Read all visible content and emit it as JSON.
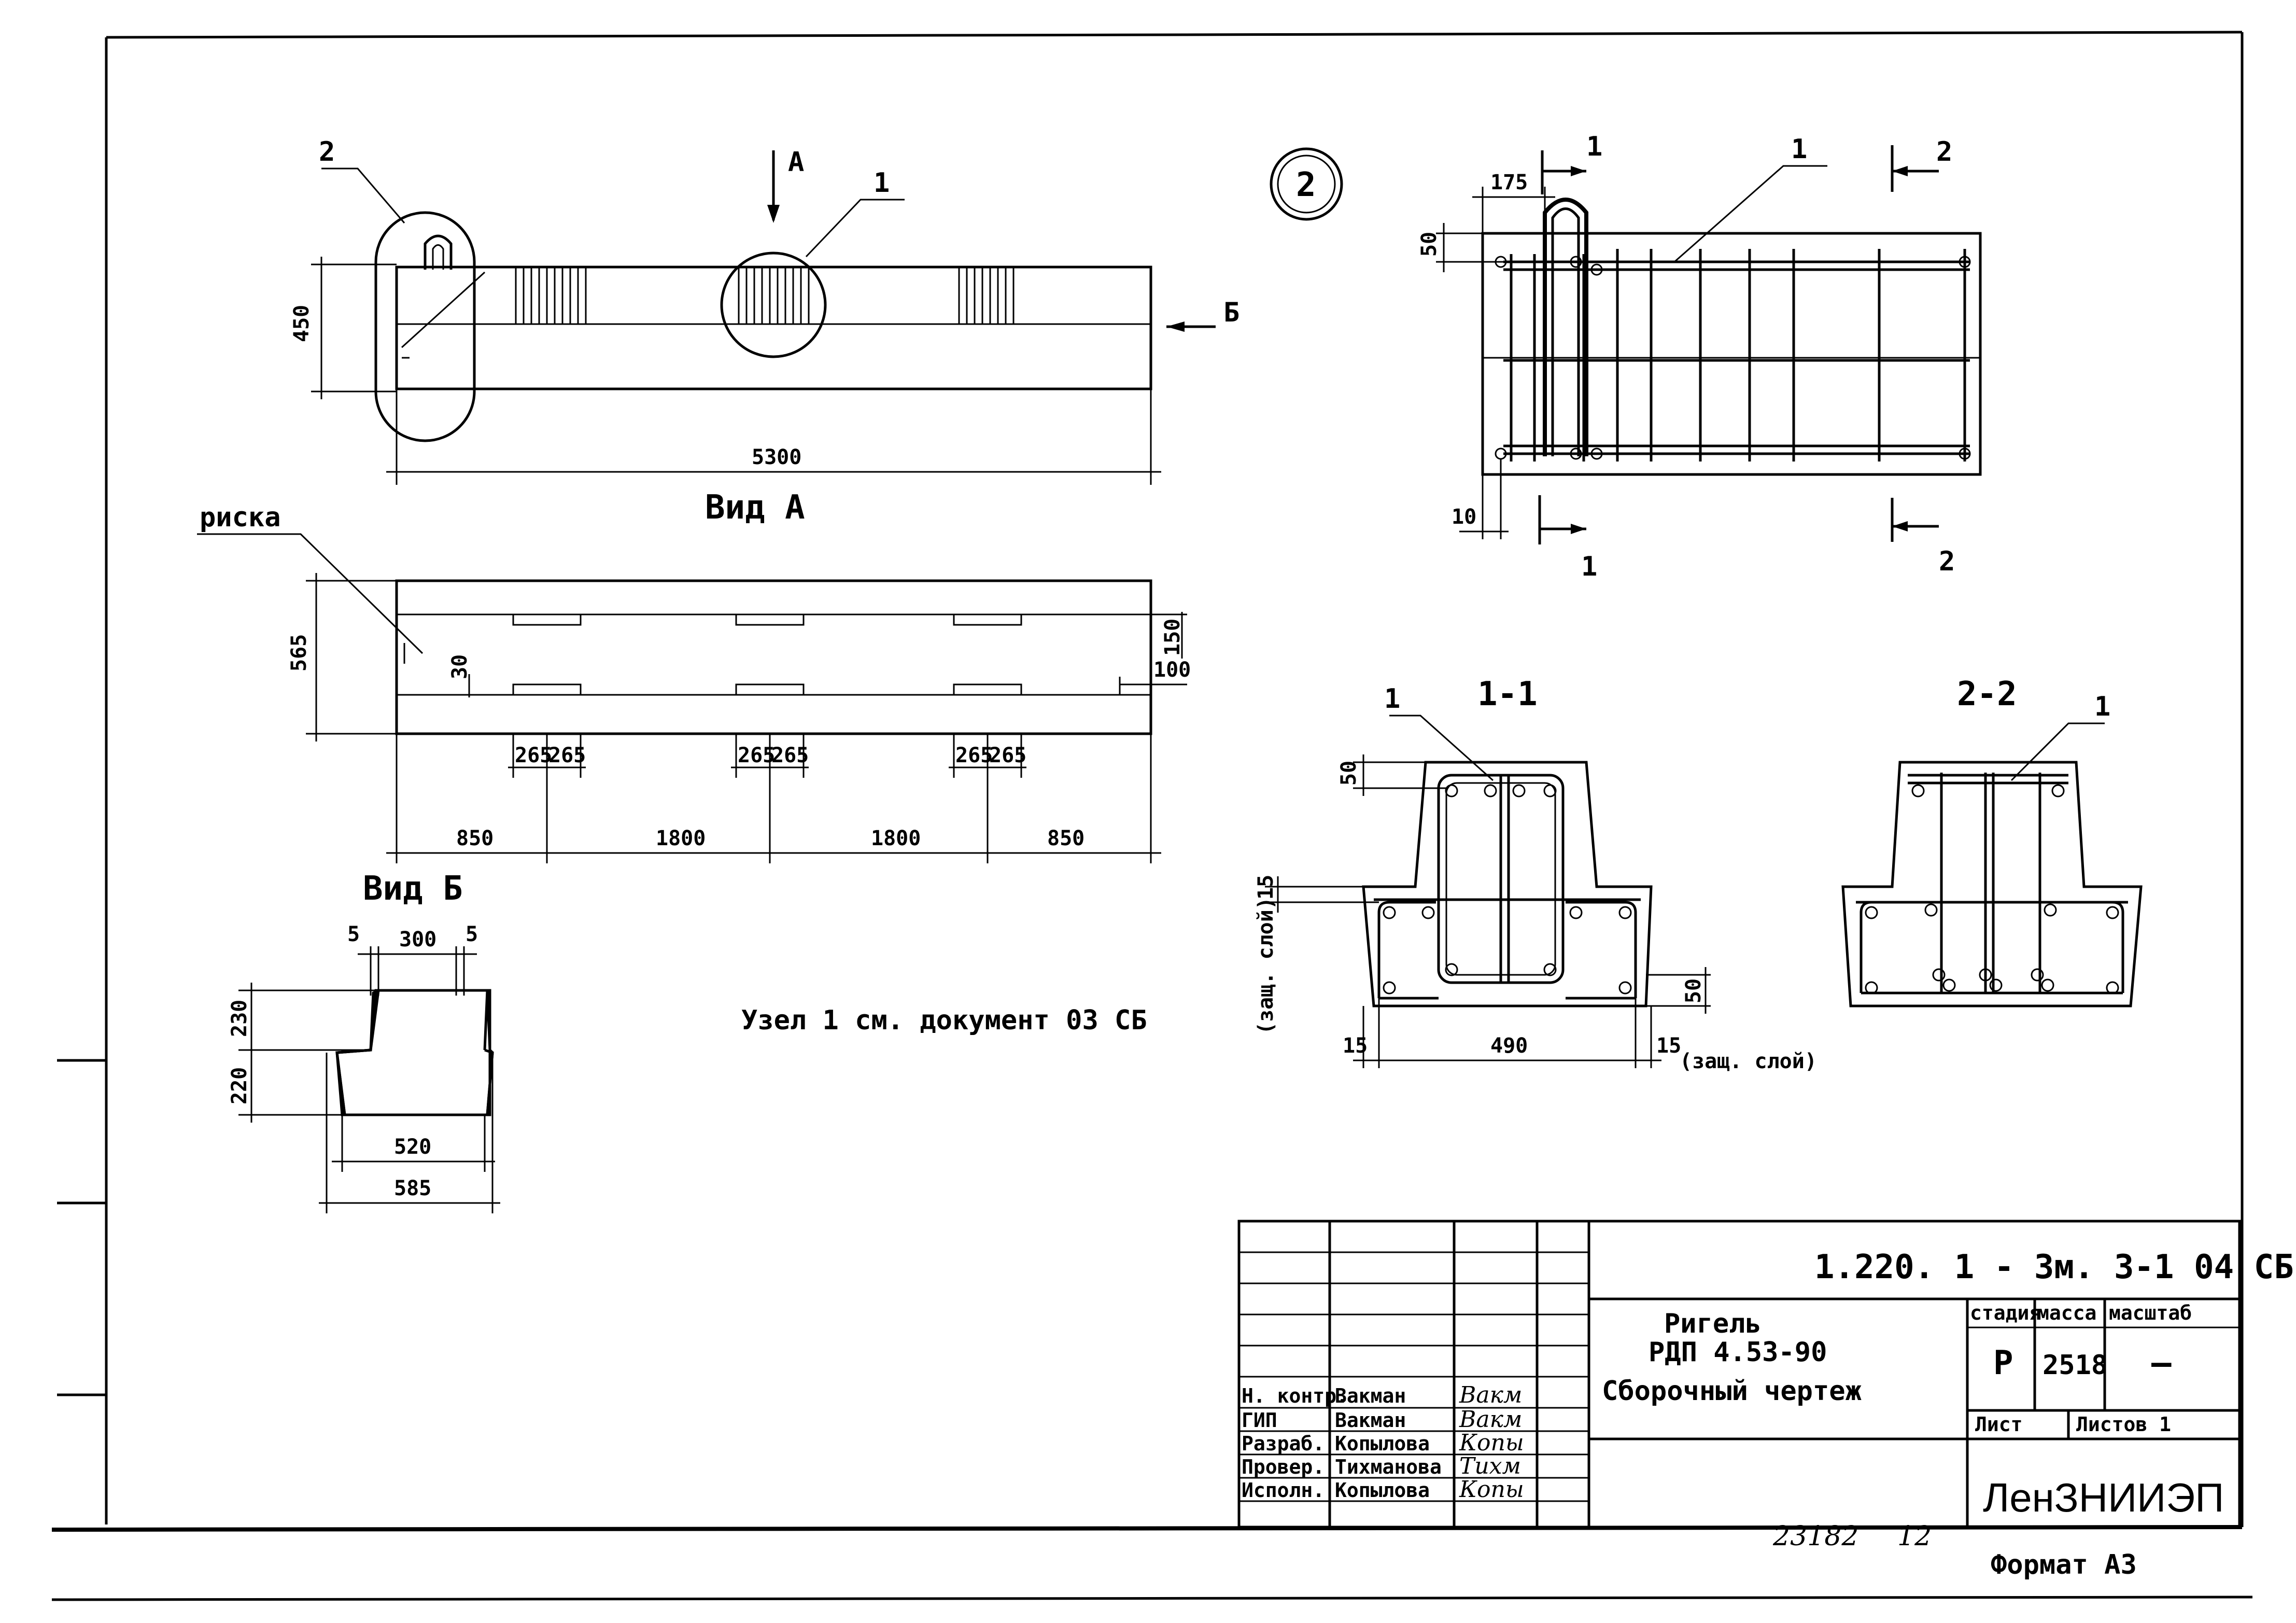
{
  "view_main": {
    "callout_node": "2",
    "callout_detail": "1",
    "view_arrow_a": "А",
    "view_arrow_b": "Б",
    "dim_height": "450",
    "dim_length": "5300"
  },
  "view_a": {
    "title": "Вид А",
    "leader_label": "риска",
    "dim_height": "565",
    "dim_30": "30",
    "dim_150": "150",
    "dim_100": "100",
    "dim_265": "265",
    "spans": [
      "850",
      "1800",
      "1800",
      "850"
    ]
  },
  "view_b": {
    "title": "Вид Б",
    "dim_top": "300",
    "dim_side_left": "5",
    "dim_side_right": "5",
    "dim_230": "230",
    "dim_220": "220",
    "dim_520": "520",
    "dim_585": "585"
  },
  "node_note": "Узел 1 см. документ 03 СБ",
  "detail_2": {
    "circle_label": "2",
    "cut1_label": "1",
    "cut2_label": "2",
    "pos_label": "1",
    "dim_175": "175",
    "dim_50": "50",
    "dim_10": "10"
  },
  "section_1_1": {
    "title": "1-1",
    "pos_label": "1",
    "dim_50_top": "50",
    "dim_15_left": "15",
    "cover_left": "(защ. слой)",
    "dim_15_bottom": "15",
    "dim_490": "490",
    "dim_15_right": "15",
    "cover_right": "(защ. слой)",
    "dim_50_right": "50"
  },
  "section_2_2": {
    "title": "2-2",
    "pos_label": "1"
  },
  "title_block": {
    "doc_code": "1.220. 1 - 3м. 3-1  04 СБ",
    "name_line1": "Ригель",
    "name_line2": "РДП 4.53-90",
    "name_line3": "Сборочный чертеж",
    "col_stage": "стадия",
    "col_mass": "масса",
    "col_scale": "масштаб",
    "stage": "Р",
    "mass": "2518",
    "scale": "—",
    "sheet_label": "Лист",
    "sheets_label": "Листов 1",
    "org": "ЛенЗНИИЭП",
    "staff": [
      {
        "role": "Н. контр.",
        "name": "Вакман",
        "sign": "Вакм"
      },
      {
        "role": "ГИП",
        "name": "Вакман",
        "sign": "Вакм"
      },
      {
        "role": "Разраб.",
        "name": "Копылова",
        "sign": "Копы"
      },
      {
        "role": "Провер.",
        "name": "Тихманова",
        "sign": "Тихм"
      },
      {
        "role": "Исполн.",
        "name": "Копылова",
        "sign": "Копы"
      }
    ]
  },
  "footer": {
    "archive_no": "23182",
    "page_no": "12",
    "format": "Формат А3"
  }
}
